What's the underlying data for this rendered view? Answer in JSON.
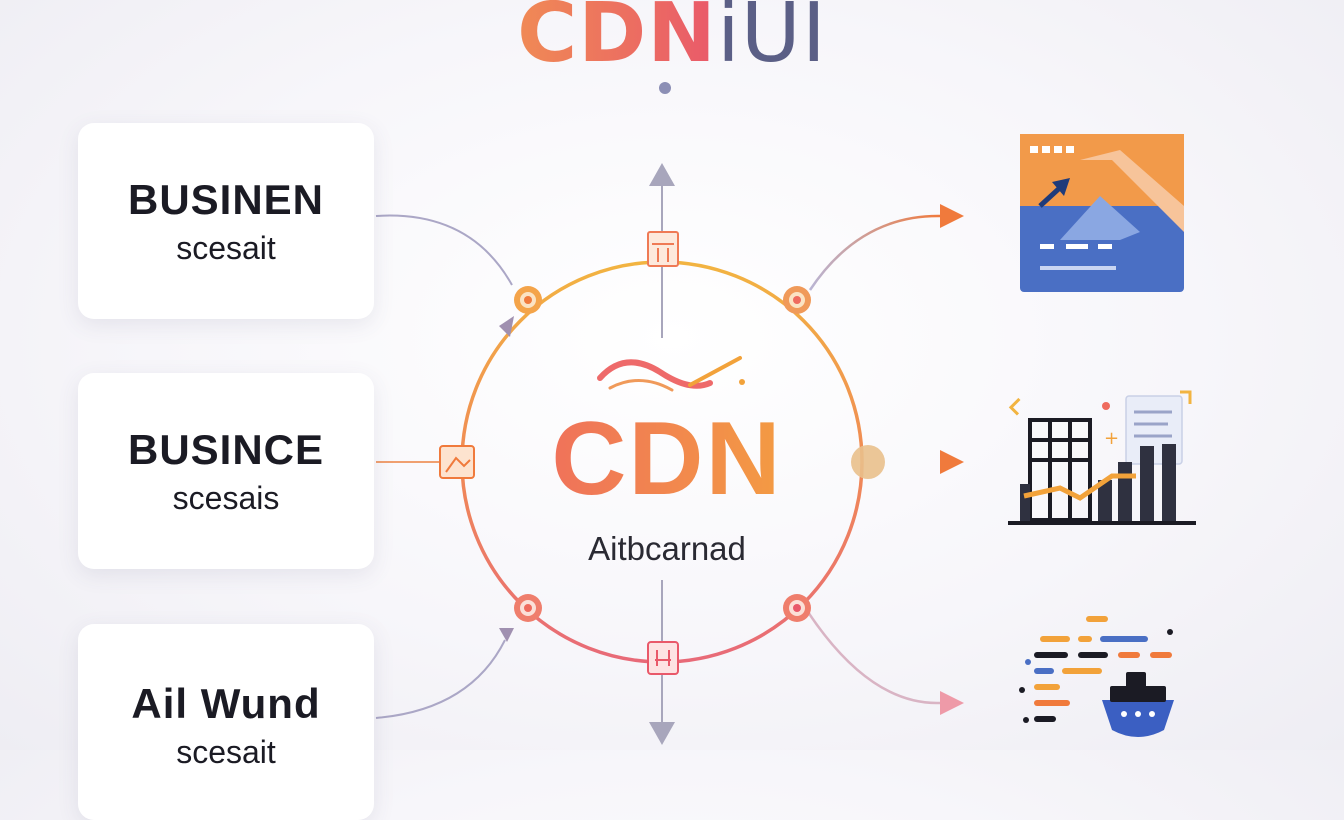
{
  "header": {
    "title_part1": "CDN",
    "title_part2": "iUI"
  },
  "center": {
    "label": "CDN",
    "sublabel": "Aitbcarnad"
  },
  "cards": [
    {
      "title": "BUSINEN",
      "subtitle": "scesait"
    },
    {
      "title": "BUSINCE",
      "subtitle": "scesais"
    },
    {
      "title": "Ail Wund",
      "subtitle": "scesait"
    }
  ],
  "colors": {
    "accent_orange": "#f07a3c",
    "accent_red": "#e9596a",
    "accent_blue": "#4a6fc4",
    "line_gray": "#a8a6bc",
    "title_gray": "#5b5f86"
  },
  "icons": {
    "right_top": "analytics-dashboard-icon",
    "right_middle": "growth-chart-icon",
    "right_bottom": "data-ship-icon"
  }
}
